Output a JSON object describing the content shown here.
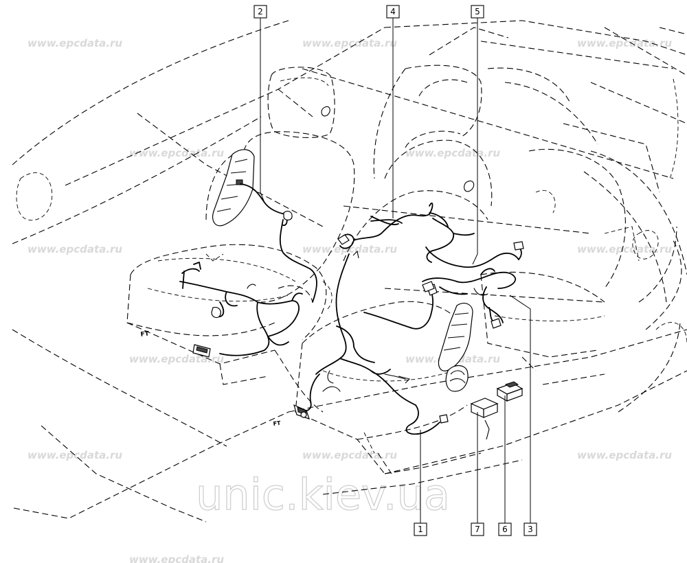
{
  "watermark": {
    "site": "www.epcdata.ru",
    "brand": "unic.kiev.ua"
  },
  "callouts": [
    {
      "id": "c1",
      "number": "1"
    },
    {
      "id": "c2",
      "number": "2"
    },
    {
      "id": "c3",
      "number": "3"
    },
    {
      "id": "c4",
      "number": "4"
    },
    {
      "id": "c5",
      "number": "5"
    },
    {
      "id": "c6",
      "number": "6"
    },
    {
      "id": "c7",
      "number": "7"
    }
  ],
  "seat_marking": "FT"
}
